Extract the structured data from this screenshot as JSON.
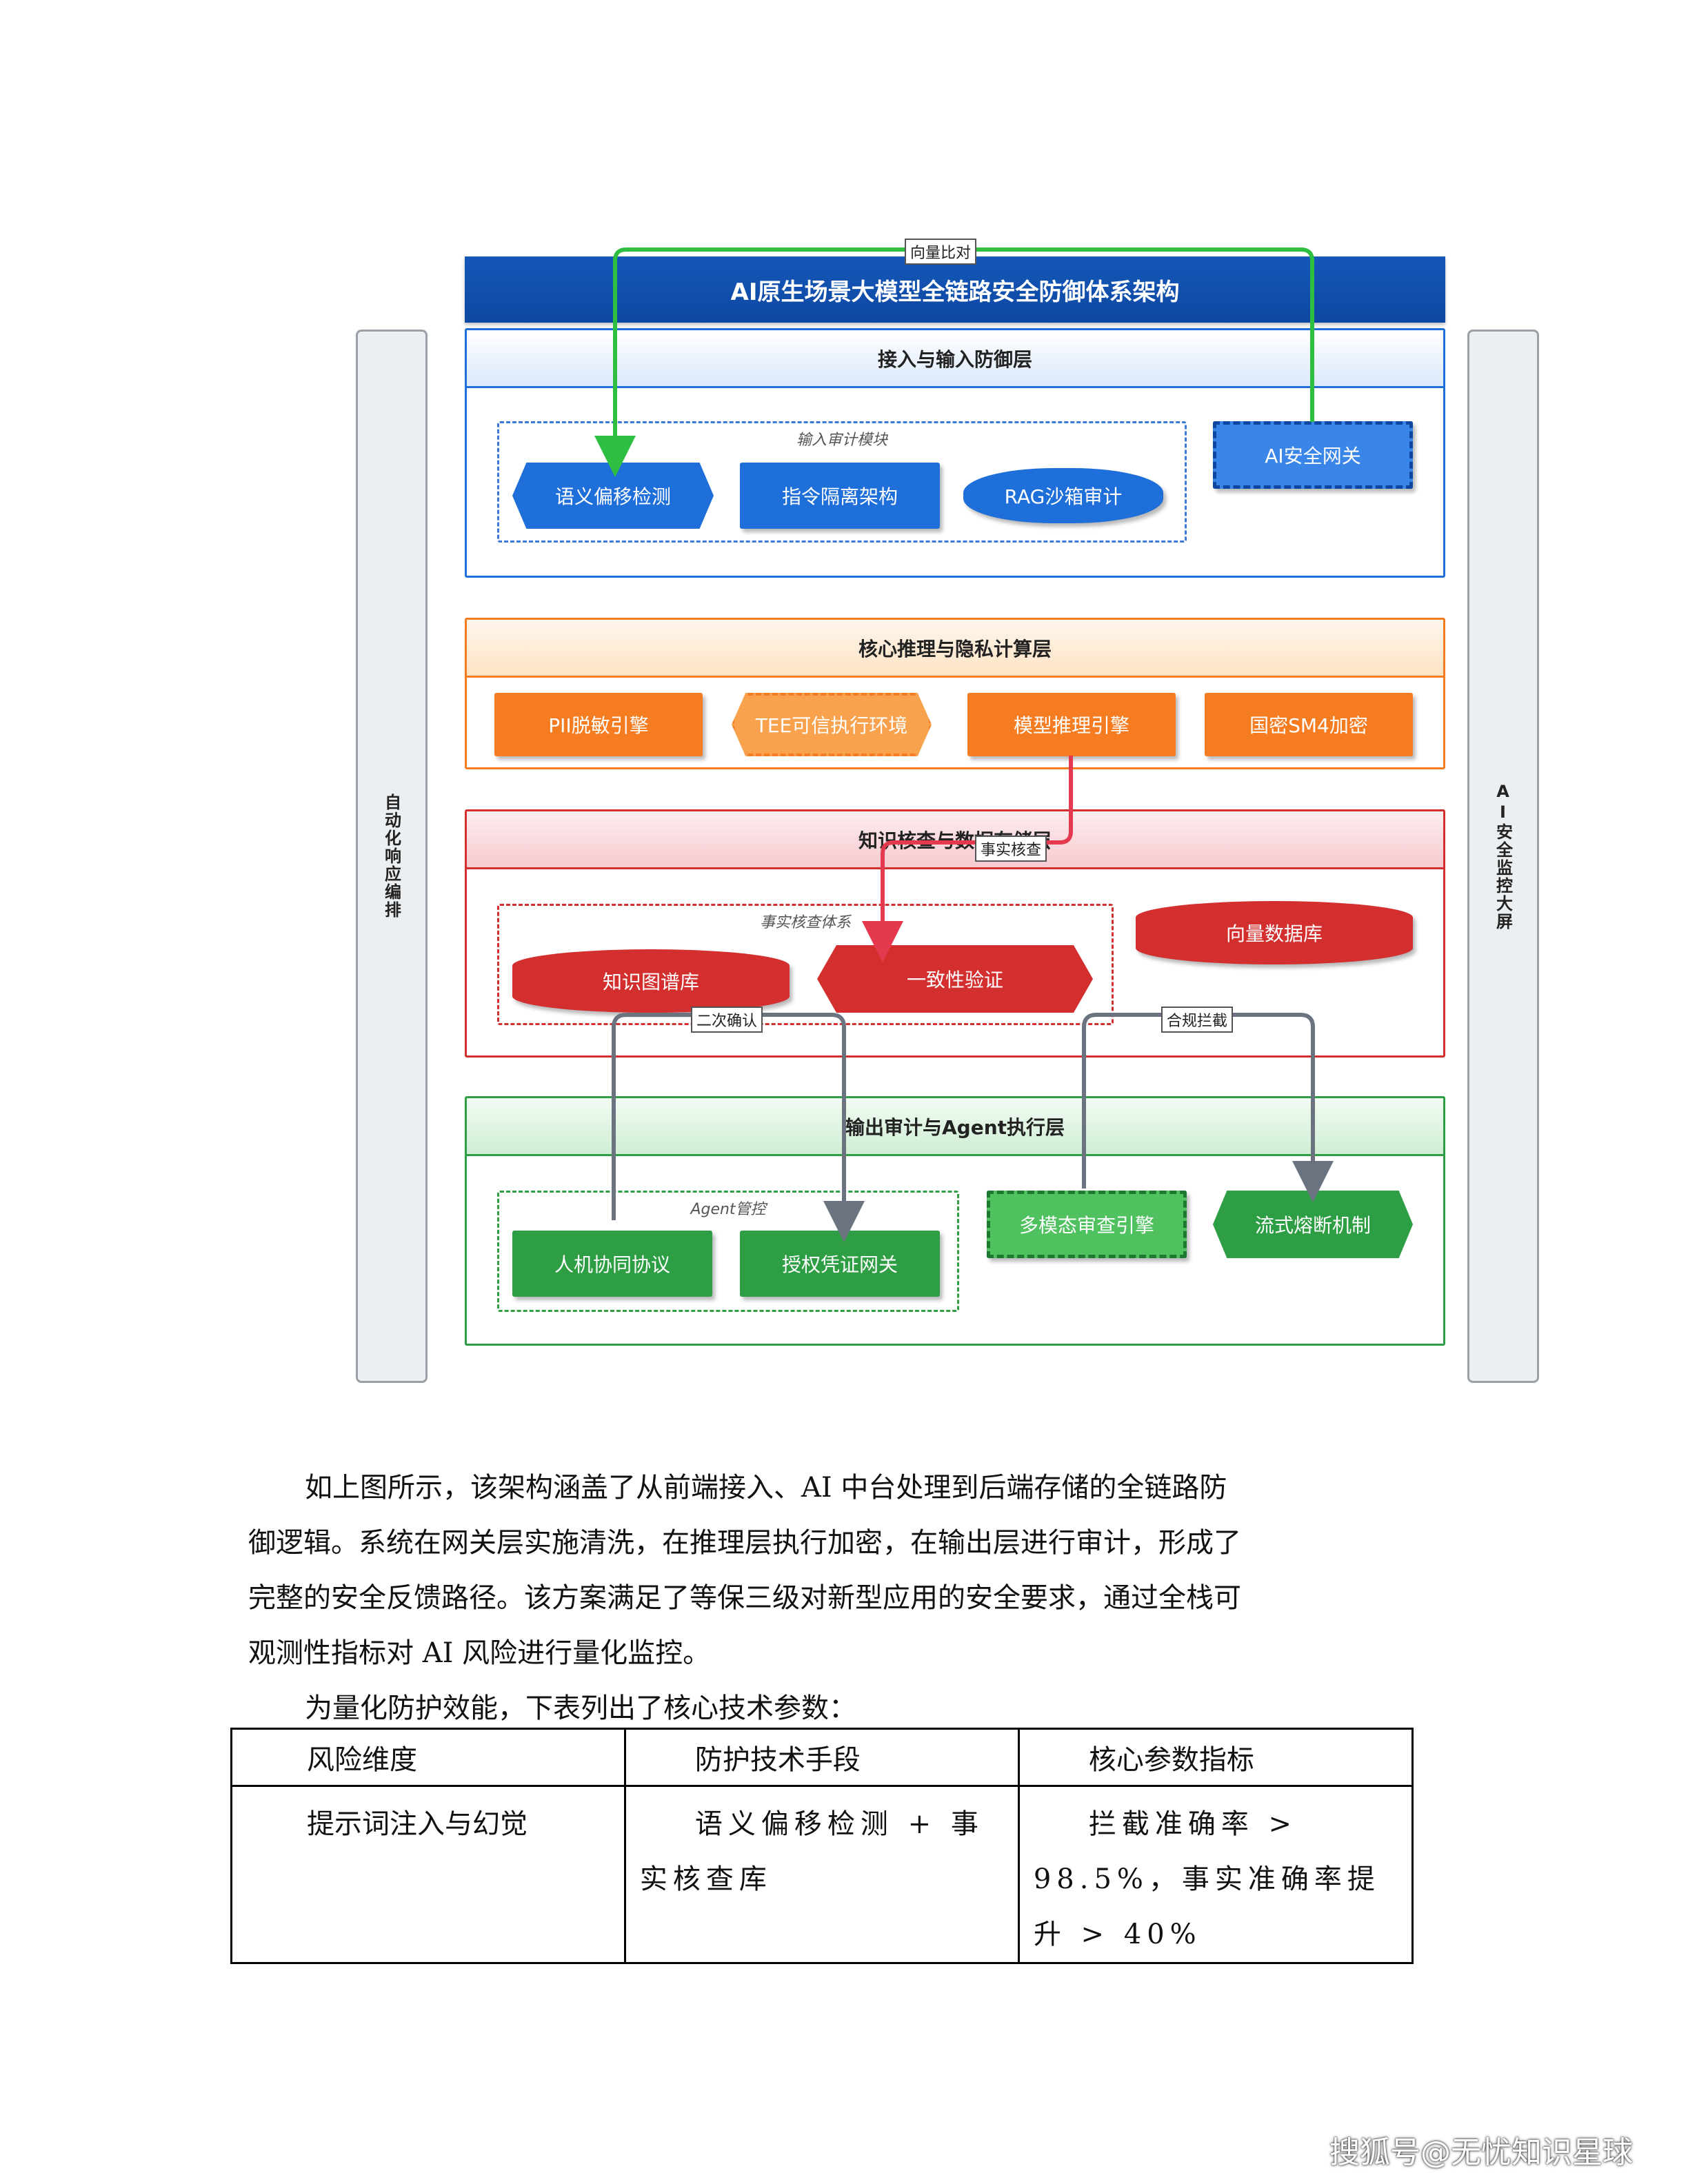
{
  "diagram": {
    "title": "AI原生场景大模型全链路安全防御体系架构",
    "left_column": "自动化响应编排",
    "right_column": "AI安全监控大屏",
    "layers": {
      "input": {
        "title": "接入与输入防御层",
        "subgroup": "输入审计模块",
        "nodes": [
          "语义偏移检测",
          "指令隔离架构",
          "RAG沙箱审计"
        ],
        "gateway": "AI安全网关"
      },
      "inference": {
        "title": "核心推理与隐私计算层",
        "nodes": [
          "PII脱敏引擎",
          "TEE可信执行环境",
          "模型推理引擎",
          "国密SM4加密"
        ]
      },
      "knowledge": {
        "title": "知识核查与数据存储层",
        "subgroup": "事实核查体系",
        "nodes": [
          "知识图谱库",
          "一致性验证"
        ],
        "vector_db": "向量数据库"
      },
      "output": {
        "title": "输出审计与Agent执行层",
        "subgroup": "Agent管控",
        "nodes": [
          "人机协同协议",
          "授权凭证网关"
        ],
        "right_nodes": [
          "多模态审查引擎",
          "流式熔断机制"
        ]
      }
    },
    "edge_labels": {
      "vector_compare": "向量比对",
      "fact_check": "事实核查",
      "second_confirm": "二次确认",
      "compliance_block": "合规拦截"
    },
    "colors": {
      "title_blue": "#0d47a1",
      "node_blue": "#1e6fd9",
      "node_orange": "#f57c21",
      "node_red": "#d32f2f",
      "node_green": "#2e9e44",
      "arrow_green": "#2fbf40",
      "arrow_red": "#e53950",
      "arrow_gray": "#6b7380"
    }
  },
  "body": {
    "paragraph1_lines": [
      "如上图所示，该架构涵盖了从前端接入、AI 中台处理到后端存储的全链路防",
      "御逻辑。系统在网关层实施清洗，在推理层执行加密，在输出层进行审计，形成了",
      "完整的安全反馈路径。该方案满足了等保三级对新型应用的安全要求，通过全栈可",
      "观测性指标对 AI 风险进行量化监控。"
    ],
    "paragraph2": "为量化防护效能，下表列出了核心技术参数："
  },
  "table": {
    "headers": [
      "风险维度",
      "防护技术手段",
      "核心参数指标"
    ],
    "rows": [
      [
        "提示词注入与幻觉",
        "语义偏移检测 + 事实核查库",
        "拦截准确率 > 98.5%，事实准确率提升 > 40%"
      ]
    ]
  },
  "footer": {
    "watermark": "搜狐号@无忧知识星球"
  }
}
